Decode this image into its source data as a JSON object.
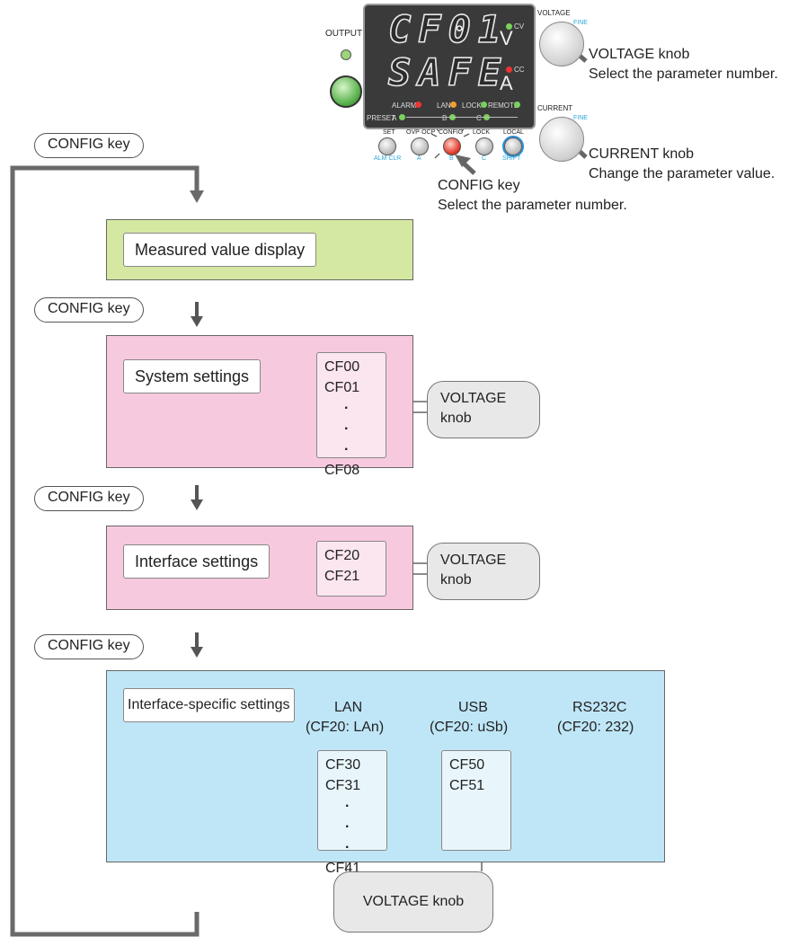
{
  "panel": {
    "output_label": "OUTPUT",
    "display_top": "CF01",
    "display_bottom": "SAFE",
    "unit_v": "V",
    "unit_a": "A",
    "cv": "CV",
    "cc": "CC",
    "alarm": "ALARM",
    "lan": "LAN",
    "lock": "LOCK",
    "remote": "REMOTE",
    "preset": "PRESET",
    "preset_a": "A",
    "preset_b": "B",
    "preset_c": "C",
    "voltage_label": "VOLTAGE",
    "current_label": "CURRENT",
    "fine": "FINE",
    "buttons": {
      "set": "SET",
      "alm_clr": "ALM CLR",
      "ovp_ocp": "OVP·OCP",
      "config": "CONFIG",
      "lock": "LOCK",
      "local": "LOCAL",
      "shift": "SHIFT",
      "a": "A",
      "b": "B",
      "c": "C"
    }
  },
  "annotations": {
    "voltage_knob_title": "VOLTAGE knob",
    "voltage_knob_desc": "Select the parameter number.",
    "current_knob_title": "CURRENT knob",
    "current_knob_desc": "Change the parameter value.",
    "config_key_title": "CONFIG key",
    "config_key_desc": "Select the parameter number."
  },
  "flow": {
    "config_key": "CONFIG key",
    "stage1": {
      "title": "Measured value display"
    },
    "stage2": {
      "title": "System settings",
      "params": [
        "CF00",
        "CF01",
        "CF08"
      ],
      "callout": [
        "VOLTAGE",
        "knob"
      ]
    },
    "stage3": {
      "title": "Interface settings",
      "params": [
        "CF20",
        "CF21"
      ],
      "callout": [
        "VOLTAGE",
        "knob"
      ]
    },
    "stage4": {
      "title": "Interface-specific settings",
      "lan": {
        "name": "LAN",
        "cond": "(CF20:  LAn)",
        "params": [
          "CF30",
          "CF31",
          "CF41"
        ]
      },
      "usb": {
        "name": "USB",
        "cond": "(CF20:  uSb)",
        "params": [
          "CF50",
          "CF51"
        ]
      },
      "rs232c": {
        "name": "RS232C",
        "cond": "(CF20:  232)"
      },
      "callout": "VOLTAGE knob"
    }
  },
  "colors": {
    "stage1": "#d5e8a2",
    "stage2": "#f7c9de",
    "stage3": "#f7c9de",
    "stage4": "#bfe6f7"
  }
}
